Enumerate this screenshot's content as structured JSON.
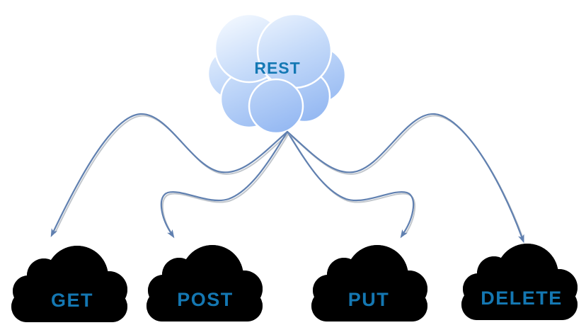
{
  "diagram": {
    "type": "flow-diagram",
    "root": {
      "label": "REST"
    },
    "methods": [
      {
        "id": "get",
        "label": "GET"
      },
      {
        "id": "post",
        "label": "POST"
      },
      {
        "id": "put",
        "label": "PUT"
      },
      {
        "id": "delete",
        "label": "DELETE"
      }
    ],
    "edges": [
      {
        "from": "REST",
        "to": "GET"
      },
      {
        "from": "REST",
        "to": "POST"
      },
      {
        "from": "REST",
        "to": "PUT"
      },
      {
        "from": "REST",
        "to": "DELETE"
      }
    ],
    "colors": {
      "background": "#ffffff",
      "cloud_outline": "#1e82d4",
      "method_label_text": "#1477b2",
      "rest_label_text": "#1478b4",
      "arrow": "#6080b0",
      "arrow_shadow": "#c2c7cd",
      "rest_cloud_gradient_top": "#f4f9ff",
      "rest_cloud_gradient_mid": "#c3d9f9",
      "rest_cloud_gradient_bottom": "#8db3f1"
    }
  }
}
